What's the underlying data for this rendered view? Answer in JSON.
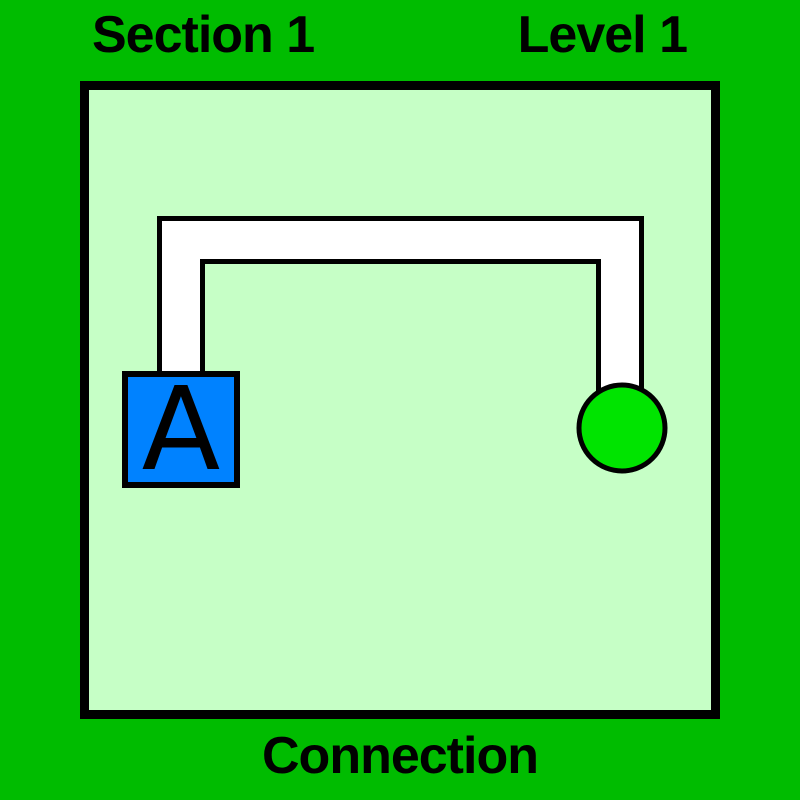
{
  "header": {
    "section_label": "Section 1",
    "level_label": "Level 1"
  },
  "footer": {
    "label": "Connection"
  },
  "board": {
    "node": {
      "label": "A",
      "shape": "square"
    },
    "endpoint": {
      "shape": "circle"
    },
    "connection": {
      "state": "connected",
      "shape": "pipe"
    }
  },
  "colors": {
    "background": "#00bc00",
    "board_fill": "#c6ffc6",
    "board_outline": "#000000",
    "node_fill": "#0082ff",
    "endpoint_fill": "#00e400",
    "pipe_fill": "#ffffff",
    "outline": "#000000"
  }
}
